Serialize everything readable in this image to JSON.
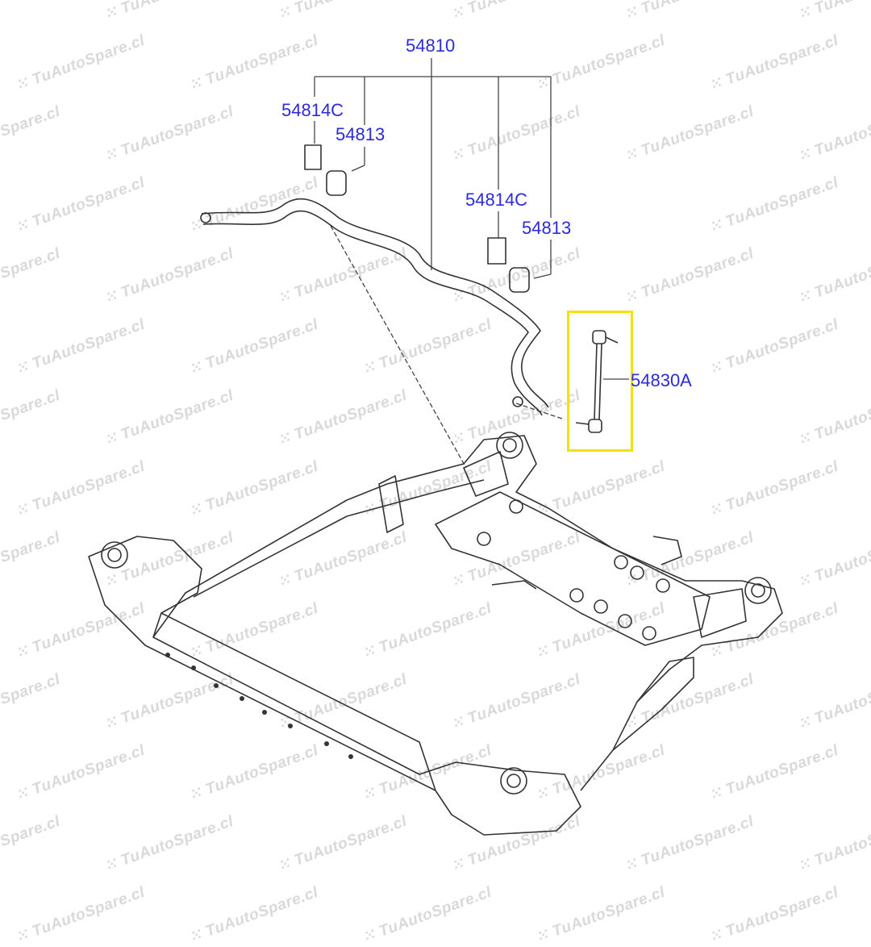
{
  "watermark": "TuAutoSpare.cl",
  "colors": {
    "label": "#2b2bdc",
    "highlight": "#f5e10f",
    "line": "#333333",
    "watermark": "#d9d9d9"
  },
  "labels": {
    "assembly": "54810",
    "bracket_left": "54814C",
    "bushing_left": "54813",
    "bracket_right": "54814C",
    "bushing_right": "54813",
    "link": "54830A"
  }
}
